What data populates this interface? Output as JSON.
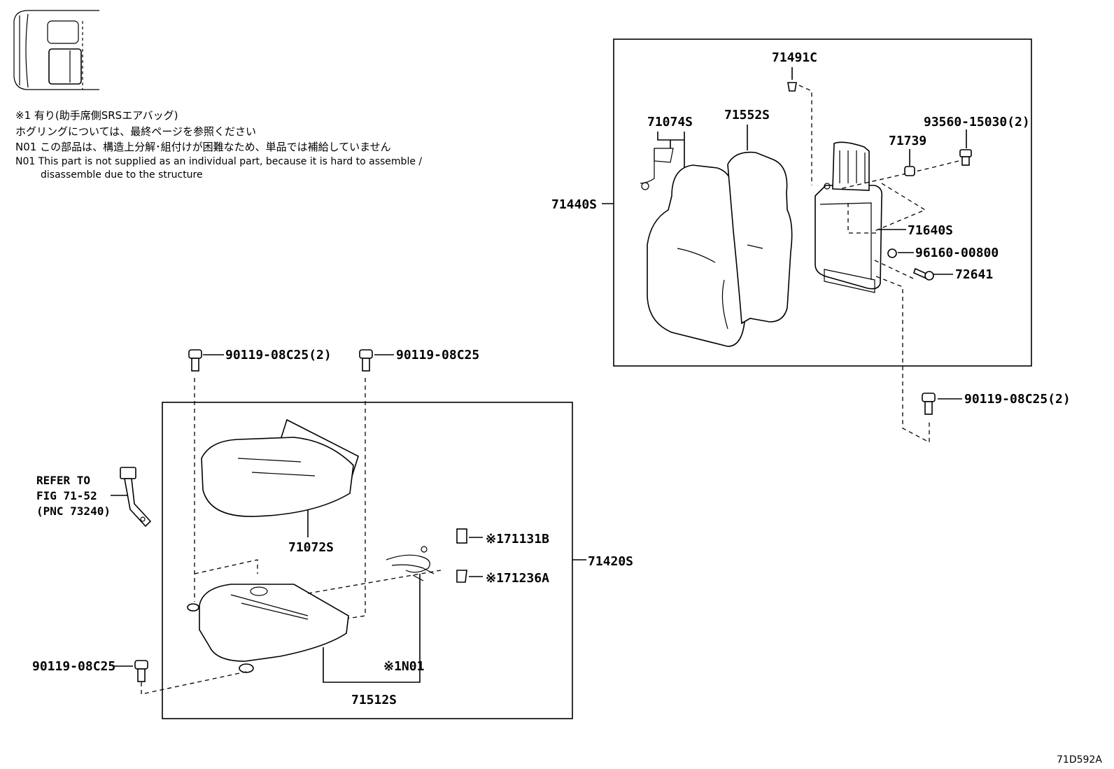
{
  "notes": {
    "line1": "※1 有り(助手席側SRSエアバッグ)",
    "line2": "ホグリングについては、最終ページを参照ください",
    "line3": "N01 この部品は、構造上分解･組付けが困難なため、単品では補給していません",
    "line4": "N01 This part is not supplied as an individual part, because it is hard to assemble /",
    "line5": "disassemble due to the structure"
  },
  "labels": {
    "p71491C": "71491C",
    "p71074S": "71074S",
    "p71552S": "71552S",
    "p93560": "93560-15030(2)",
    "p71739": "71739",
    "p71440S": "71440S",
    "p71640S": "71640S",
    "p96160": "96160-00800",
    "p72641": "72641",
    "b90119_2a": "90119-08C25(2)",
    "b90119a": "90119-08C25",
    "b90119_2b": "90119-08C25(2)",
    "b90119b": "90119-08C25",
    "refer1": "REFER TO",
    "refer2": "FIG 71-52",
    "refer3": "(PNC 73240)",
    "p71072S": "71072S",
    "p71131B": "※171131B",
    "p71236A": "※171236A",
    "p71420S": "71420S",
    "pN01": "※1N01",
    "p71512S": "71512S",
    "figcode": "71D592A"
  }
}
